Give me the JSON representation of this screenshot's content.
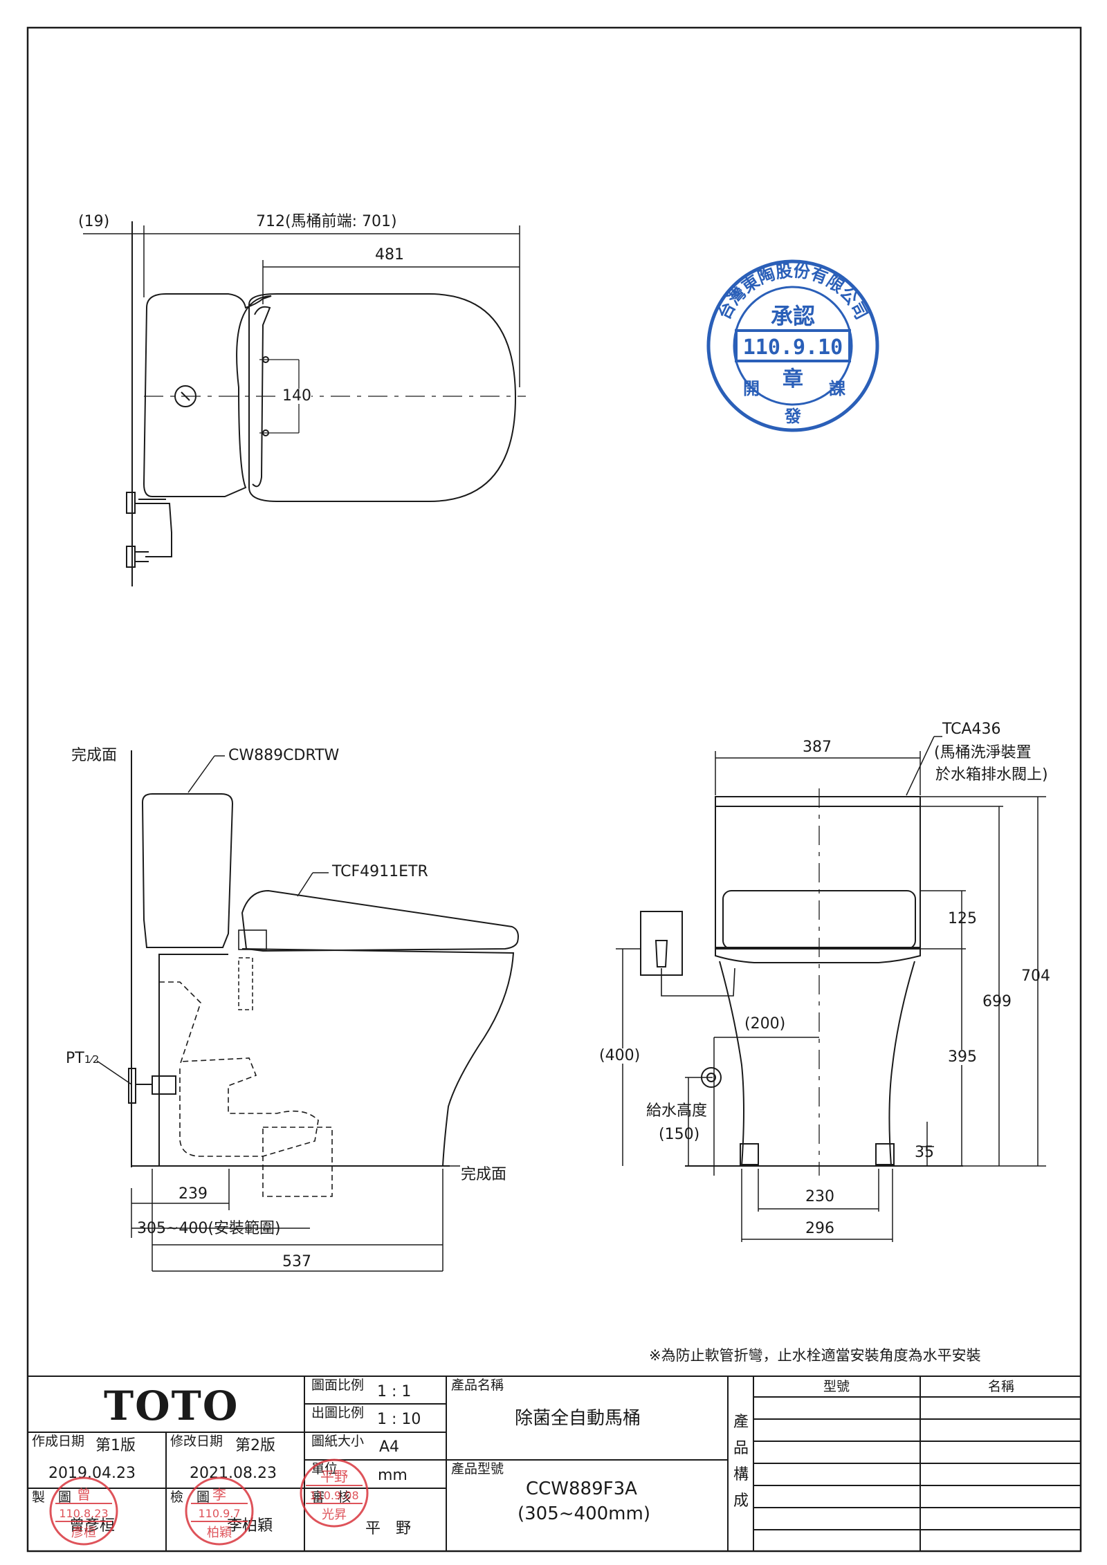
{
  "drawing": {
    "top_view": {
      "dim_offset": "(19)",
      "dim_total": "712(馬桶前端: 701)",
      "dim_seat": "481",
      "dim_bolts": "140"
    },
    "side_view": {
      "finished_wall": "完成面",
      "tank_model": "CW889CDRTW",
      "seat_model": "TCF4911ETR",
      "pipe_thread_prefix": "PT",
      "pipe_thread_fraction": "1⁄2",
      "finished_floor": "完成面",
      "dim_239": "239",
      "dim_range": "305~400(安裝範圍)",
      "dim_537": "537"
    },
    "front_view": {
      "valve_model": "TCA436",
      "valve_note_1": "(馬桶洗淨裝置",
      "valve_note_2": "於水箱排水閥上)",
      "dim_387": "387",
      "dim_125": "125",
      "dim_704": "704",
      "dim_699": "699",
      "dim_200": "(200)",
      "dim_400": "(400)",
      "dim_395": "395",
      "supply_height_label": "給水高度",
      "supply_height_value": "(150)",
      "dim_35": "35",
      "dim_230": "230",
      "dim_296": "296"
    },
    "note": "※為防止軟管折彎，止水栓適當安裝角度為水平安裝"
  },
  "approval_stamp": {
    "company": "台灣東陶股份有限公司",
    "approved": "承認",
    "date": "110.9.10",
    "seal": "章",
    "dept_left": "開",
    "dept_mid": "發",
    "dept_right": "課"
  },
  "title_block": {
    "brand": "TOTO",
    "scale_label": "圖面比例",
    "scale_value": "1 : 1",
    "print_scale_label": "出圖比例",
    "print_scale_value": "1 : 10",
    "paper_label": "圖紙大小",
    "paper_value": "A4",
    "unit_label": "單位",
    "unit_value": "mm",
    "review_label": "審　核",
    "reviewer": "平　野",
    "created_label": "作成日期",
    "created_version": "第1版",
    "created_date": "2019.04.23",
    "revised_label": "修改日期",
    "revised_version": "第2版",
    "revised_date": "2021.08.23",
    "drawn_label": "製　圖",
    "drawn_by": "曾彥桓",
    "checked_label": "檢　圖",
    "checked_by": "李柏穎",
    "product_name_label": "產品名稱",
    "product_name": "除菌全自動馬桶",
    "product_model_label": "產品型號",
    "product_model": "CCW889F3A",
    "product_range": "(305~400mm)",
    "composition_label_1": "產",
    "composition_label_2": "品",
    "composition_label_3": "構",
    "composition_label_4": "成",
    "col_model": "型號",
    "col_name": "名稱"
  },
  "handwritten_stamps": {
    "drawn_stamp_top": "曾",
    "drawn_stamp_date": "110.8.23",
    "drawn_stamp_name": "彥桓",
    "checked_stamp_top": "李",
    "checked_stamp_date": "110.9.7",
    "checked_stamp_name": "柏穎",
    "review_stamp_top": "平野",
    "review_stamp_date": "110.9.08",
    "review_stamp_name": "光昇"
  }
}
